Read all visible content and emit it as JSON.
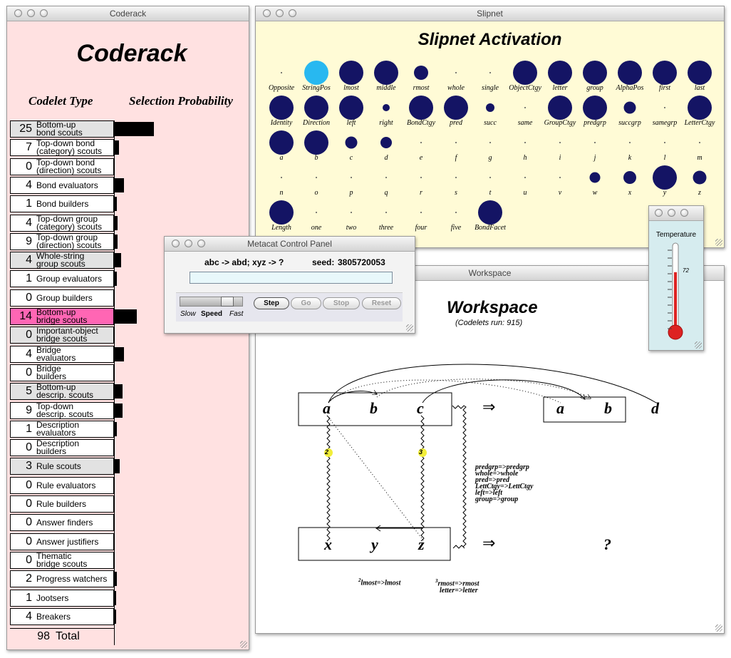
{
  "coderack": {
    "window_title": "Coderack",
    "heading": "Coderack",
    "col_type": "Codelet Type",
    "col_prob": "Selection Probability",
    "rows": [
      {
        "num": "25",
        "label": "Bottom-up bond scouts",
        "l1": "Bottom-up",
        "l2": "bond scouts",
        "shaded": true,
        "highlight": false,
        "bar": 55
      },
      {
        "num": "7",
        "label": "Top-down bond (category) scouts",
        "l1": "Top-down bond",
        "l2": "(category) scouts",
        "shaded": false,
        "highlight": false,
        "bar": 6
      },
      {
        "num": "0",
        "label": "Top-down bond (direction) scouts",
        "l1": "Top-down bond",
        "l2": "(direction) scouts",
        "shaded": false,
        "highlight": false,
        "bar": 0
      },
      {
        "num": "4",
        "label": "Bond evaluators",
        "l1": "Bond evaluators",
        "l2": "",
        "shaded": false,
        "highlight": false,
        "bar": 13
      },
      {
        "num": "1",
        "label": "Bond builders",
        "l1": "Bond builders",
        "l2": "",
        "shaded": false,
        "highlight": false,
        "bar": 3
      },
      {
        "num": "4",
        "label": "Top-down group (category) scouts",
        "l1": "Top-down group",
        "l2": "(category) scouts",
        "shaded": false,
        "highlight": false,
        "bar": 4
      },
      {
        "num": "9",
        "label": "Top-down group (direction) scouts",
        "l1": "Top-down group",
        "l2": "(direction) scouts",
        "shaded": false,
        "highlight": false,
        "bar": 4
      },
      {
        "num": "4",
        "label": "Whole-string group scouts",
        "l1": "Whole-string",
        "l2": "group scouts",
        "shaded": true,
        "highlight": false,
        "bar": 9
      },
      {
        "num": "1",
        "label": "Group evaluators",
        "l1": "Group evaluators",
        "l2": "",
        "shaded": false,
        "highlight": false,
        "bar": 3
      },
      {
        "num": "0",
        "label": "Group builders",
        "l1": "Group builders",
        "l2": "",
        "shaded": false,
        "highlight": false,
        "bar": 0
      },
      {
        "num": "14",
        "label": "Bottom-up bridge scouts",
        "l1": "Bottom-up",
        "l2": "bridge scouts",
        "shaded": false,
        "highlight": true,
        "bar": 31
      },
      {
        "num": "0",
        "label": "Important-object bridge scouts",
        "l1": "Important-object",
        "l2": "bridge scouts",
        "shaded": true,
        "highlight": false,
        "bar": 0
      },
      {
        "num": "4",
        "label": "Bridge evaluators",
        "l1": "Bridge",
        "l2": "evaluators",
        "shaded": false,
        "highlight": false,
        "bar": 13
      },
      {
        "num": "0",
        "label": "Bridge builders",
        "l1": "Bridge",
        "l2": "builders",
        "shaded": false,
        "highlight": false,
        "bar": 0
      },
      {
        "num": "5",
        "label": "Bottom-up descrip. scouts",
        "l1": "Bottom-up",
        "l2": "descrip. scouts",
        "shaded": true,
        "highlight": false,
        "bar": 11
      },
      {
        "num": "9",
        "label": "Top-down descrip. scouts",
        "l1": "Top-down",
        "l2": "descrip. scouts",
        "shaded": false,
        "highlight": false,
        "bar": 11
      },
      {
        "num": "1",
        "label": "Description evaluators",
        "l1": "Description",
        "l2": "evaluators",
        "shaded": false,
        "highlight": false,
        "bar": 3
      },
      {
        "num": "0",
        "label": "Description builders",
        "l1": "Description",
        "l2": "builders",
        "shaded": false,
        "highlight": false,
        "bar": 0
      },
      {
        "num": "3",
        "label": "Rule scouts",
        "l1": "Rule scouts",
        "l2": "",
        "shaded": true,
        "highlight": false,
        "bar": 7
      },
      {
        "num": "0",
        "label": "Rule evaluators",
        "l1": "Rule evaluators",
        "l2": "",
        "shaded": false,
        "highlight": false,
        "bar": 0
      },
      {
        "num": "0",
        "label": "Rule builders",
        "l1": "Rule builders",
        "l2": "",
        "shaded": false,
        "highlight": false,
        "bar": 0
      },
      {
        "num": "0",
        "label": "Answer finders",
        "l1": "Answer finders",
        "l2": "",
        "shaded": false,
        "highlight": false,
        "bar": 0
      },
      {
        "num": "0",
        "label": "Answer justifiers",
        "l1": "Answer justifiers",
        "l2": "",
        "shaded": false,
        "highlight": false,
        "bar": 0
      },
      {
        "num": "0",
        "label": "Thematic bridge scouts",
        "l1": "Thematic",
        "l2": "bridge scouts",
        "shaded": false,
        "highlight": false,
        "bar": 0
      },
      {
        "num": "2",
        "label": "Progress watchers",
        "l1": "Progress watchers",
        "l2": "",
        "shaded": false,
        "highlight": false,
        "bar": 3
      },
      {
        "num": "1",
        "label": "Jootsers",
        "l1": "Jootsers",
        "l2": "",
        "shaded": false,
        "highlight": false,
        "bar": 2
      },
      {
        "num": "4",
        "label": "Breakers",
        "l1": "Breakers",
        "l2": "",
        "shaded": false,
        "highlight": false,
        "bar": 2
      }
    ],
    "total_num": "98",
    "total_label": "Total"
  },
  "slipnet": {
    "window_title": "Slipnet",
    "heading": "Slipnet Activation",
    "node_color": "#141464",
    "active_node_color": "#28b8f0",
    "nodes": [
      {
        "label": "Opposite",
        "act": 0
      },
      {
        "label": "StringPos",
        "act": 100,
        "hl": true
      },
      {
        "label": "lmost",
        "act": 100
      },
      {
        "label": "middle",
        "act": 100
      },
      {
        "label": "rmost",
        "act": 60
      },
      {
        "label": "whole",
        "act": 0
      },
      {
        "label": "single",
        "act": 0
      },
      {
        "label": "ObjectCtgy",
        "act": 100
      },
      {
        "label": "letter",
        "act": 100
      },
      {
        "label": "group",
        "act": 100
      },
      {
        "label": "AlphaPos",
        "act": 100
      },
      {
        "label": "first",
        "act": 100
      },
      {
        "label": "last",
        "act": 100
      },
      {
        "label": "Identity",
        "act": 100
      },
      {
        "label": "Direction",
        "act": 100
      },
      {
        "label": "left",
        "act": 100
      },
      {
        "label": "right",
        "act": 28
      },
      {
        "label": "BondCtgy",
        "act": 100
      },
      {
        "label": "pred",
        "act": 100
      },
      {
        "label": "succ",
        "act": 35
      },
      {
        "label": "same",
        "act": 0
      },
      {
        "label": "GroupCtgy",
        "act": 100
      },
      {
        "label": "predgrp",
        "act": 100
      },
      {
        "label": "succgrp",
        "act": 50
      },
      {
        "label": "samegrp",
        "act": 0
      },
      {
        "label": "LetterCtgy",
        "act": 100
      },
      {
        "label": "a",
        "act": 100
      },
      {
        "label": "b",
        "act": 100
      },
      {
        "label": "c",
        "act": 50
      },
      {
        "label": "d",
        "act": 48
      },
      {
        "label": "e",
        "act": 0
      },
      {
        "label": "f",
        "act": 0
      },
      {
        "label": "g",
        "act": 0
      },
      {
        "label": "h",
        "act": 0
      },
      {
        "label": "i",
        "act": 0
      },
      {
        "label": "j",
        "act": 0
      },
      {
        "label": "k",
        "act": 0
      },
      {
        "label": "l",
        "act": 0
      },
      {
        "label": "m",
        "act": 0
      },
      {
        "label": "n",
        "act": 0
      },
      {
        "label": "o",
        "act": 0
      },
      {
        "label": "p",
        "act": 0
      },
      {
        "label": "q",
        "act": 0
      },
      {
        "label": "r",
        "act": 0
      },
      {
        "label": "s",
        "act": 0
      },
      {
        "label": "t",
        "act": 0
      },
      {
        "label": "u",
        "act": 0
      },
      {
        "label": "v",
        "act": 0
      },
      {
        "label": "w",
        "act": 43
      },
      {
        "label": "x",
        "act": 52
      },
      {
        "label": "y",
        "act": 100
      },
      {
        "label": "z",
        "act": 55
      },
      {
        "label": "Length",
        "act": 100
      },
      {
        "label": "one",
        "act": 0
      },
      {
        "label": "two",
        "act": 0
      },
      {
        "label": "three",
        "act": 0
      },
      {
        "label": "four",
        "act": 0
      },
      {
        "label": "five",
        "act": 0
      },
      {
        "label": "BondFacet",
        "act": 100
      }
    ]
  },
  "control": {
    "window_title": "Metacat Control Panel",
    "problem": "abc -> abd; xyz -> ?",
    "seed_label": "seed:",
    "seed": "3805720053",
    "input_value": "",
    "speed_level": 0.8,
    "slow": "Slow",
    "speed": "Speed",
    "fast": "Fast",
    "step": "Step",
    "go": "Go",
    "stop": "Stop",
    "reset": "Reset"
  },
  "temperature": {
    "label": "Temperature",
    "value": "72",
    "level": 0.72,
    "mercury_color": "#dd2222"
  },
  "workspace": {
    "window_title": "Workspace",
    "heading": "Workspace",
    "codelets_run": "(Codelets run: 915)",
    "initial": [
      "a",
      "b",
      "c"
    ],
    "modified": [
      "a",
      "b"
    ],
    "modified_extra": "d",
    "target": [
      "x",
      "y",
      "z"
    ],
    "answer": "?",
    "arrow": "⇒",
    "bridge_labels": [
      "2",
      "3"
    ],
    "rule_lines": [
      "predgrp=>predgrp",
      "whole=>whole",
      "pred=>pred",
      "LettCtgy=>LettCtgy",
      "left=>left",
      "group=>group"
    ],
    "note1_sup": "2",
    "note1": "lmost=>lmost",
    "note2_sup": "3",
    "note2_line1": "rmost=>rmost",
    "note2_line2": "letter=>letter"
  }
}
